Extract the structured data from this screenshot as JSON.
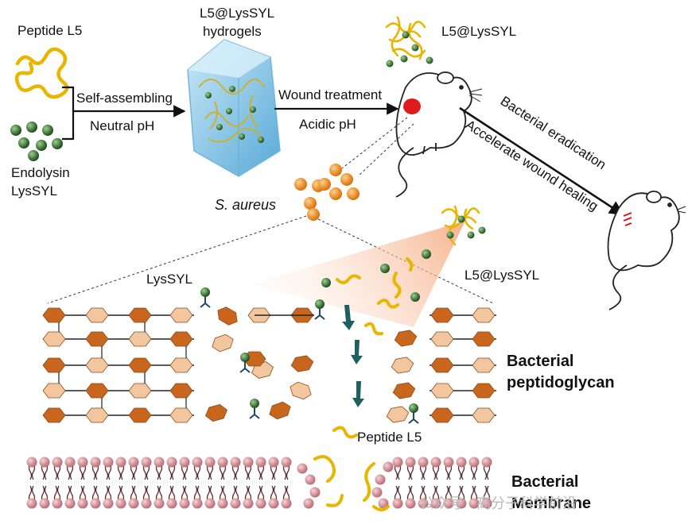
{
  "labels": {
    "peptide_l5_top": "Peptide L5",
    "endolysin": "Endolysin",
    "lyssyl": "LysSYL",
    "hydrogel_l1": "L5@LysSYL",
    "hydrogel_l2": "hydrogels",
    "self_assembling": "Self-assembling",
    "neutral_ph": "Neutral pH",
    "wound_treatment": "Wound treatment",
    "acidic_ph": "Acidic pH",
    "l5_lyssyl_mouse": "L5@LysSYL",
    "bacterial_eradication": "Bacterial eradication",
    "accelerate_wound_healing": "Accelerate wound healing",
    "s_aureus": "S. aureus",
    "lyssyl_mid": "LysSYL",
    "l5_lyssyl_mid": "L5@LysSYL",
    "bacterial_peptidoglycan_l1": "Bacterial",
    "bacterial_peptidoglycan_l2": "peptidoglycan",
    "peptide_l5_bottom": "Peptide L5",
    "bacterial_membrane_l1": "Bacterial",
    "bacterial_membrane_l2": "Membrane"
  },
  "watermark": "公众号 · 高分子科学前沿",
  "colors": {
    "peptide": "#e8b600",
    "enzyme": "#2f6d2a",
    "bacteria": "#f08a1a",
    "hex_dark": "#c9661e",
    "hex_light": "#f2c7a0",
    "lipid_head": "#d98f98",
    "wound": "#e01b1b",
    "gel": "#7fc6ea",
    "arrow_teal": "#1f5f5f"
  }
}
